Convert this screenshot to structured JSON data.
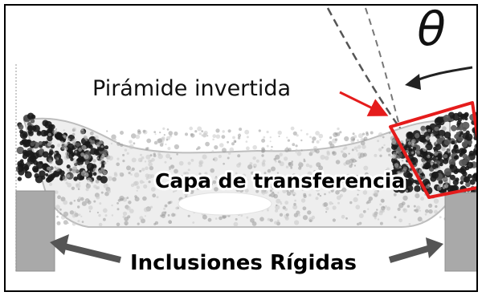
{
  "diagram": {
    "theta_symbol": "θ",
    "label_inverted_pyramid": "Pirámide invertida",
    "label_transfer_layer": "Capa de transferencia",
    "label_rigid_inclusions": "Inclusiones Rígidas"
  },
  "colors": {
    "frame": "#000000",
    "pile": "#a9a9a9",
    "highlight": "#e51c1c",
    "arrow": "#555555",
    "particle_dark": "#1a1a1a",
    "particle_light": "#c8c8c8"
  }
}
